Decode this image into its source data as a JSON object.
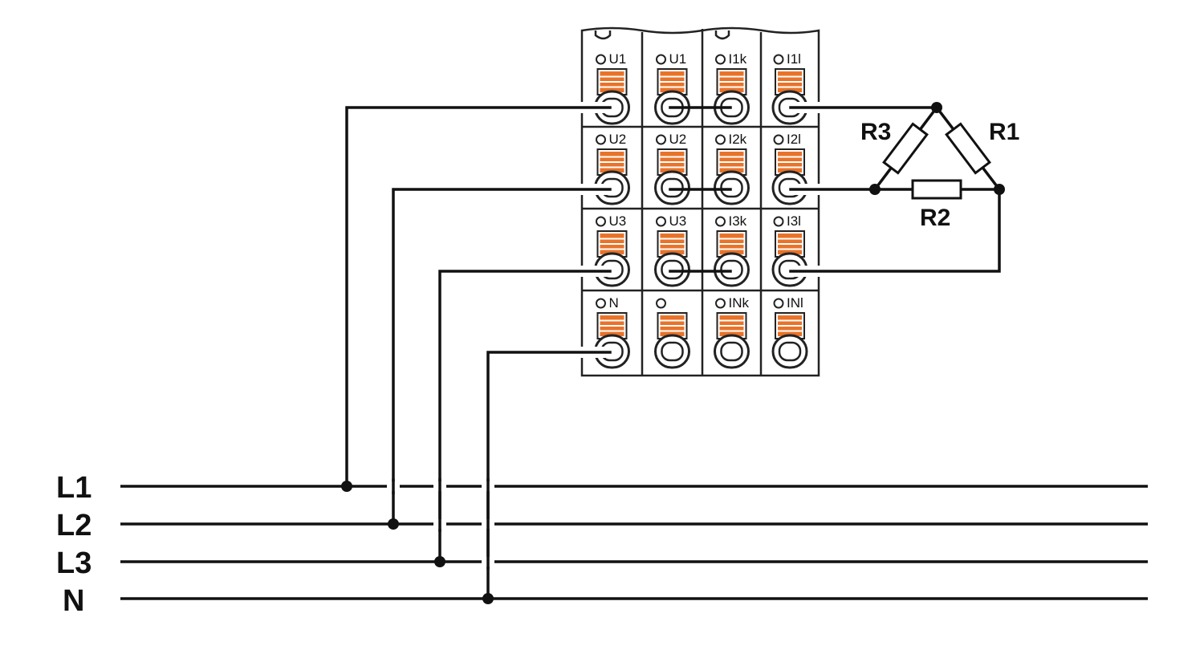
{
  "diagram": {
    "bus_lines": [
      "L1",
      "L2",
      "L3",
      "N"
    ],
    "resistors": [
      "R1",
      "R2",
      "R3"
    ],
    "terminals": [
      [
        "U1",
        "U1",
        "I1k",
        "I1l"
      ],
      [
        "U2",
        "U2",
        "I2k",
        "I2l"
      ],
      [
        "U3",
        "U3",
        "I3k",
        "I3l"
      ],
      [
        "N",
        "",
        "INk",
        "INl"
      ]
    ],
    "colors": {
      "line": "#111111",
      "spring": "#e8732a",
      "module_border": "#222222"
    }
  }
}
